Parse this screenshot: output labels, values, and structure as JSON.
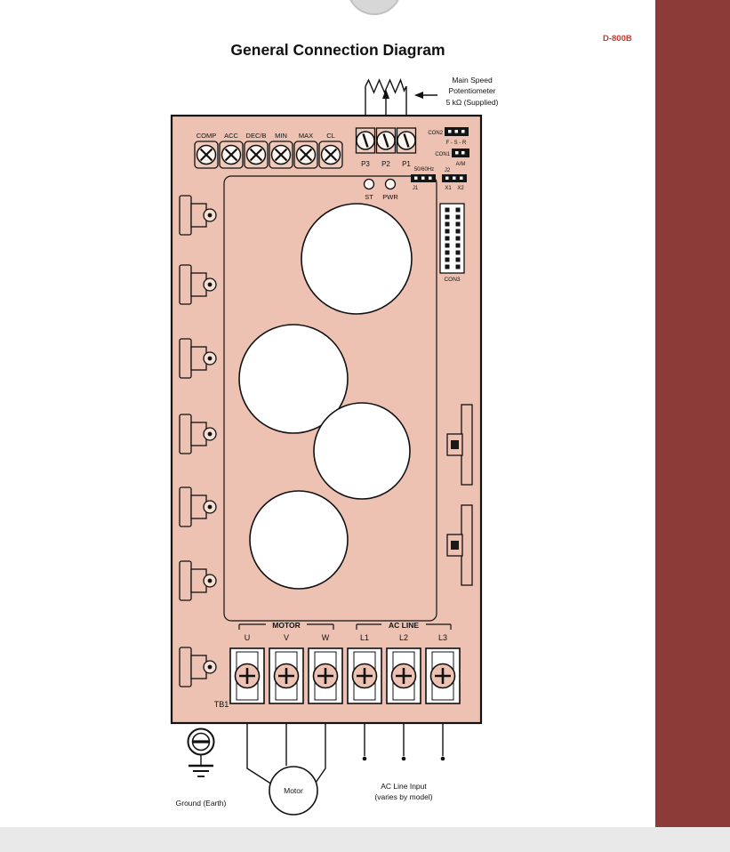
{
  "page": {
    "title": "General Connection Diagram",
    "doc_code": "D-800B"
  },
  "speed_pot": {
    "label_line1": "Main Speed",
    "label_line2": "Potentiometer",
    "label_line3": "5 kΩ (Supplied)"
  },
  "board": {
    "trimpot_labels": [
      "COMP",
      "ACC",
      "DEC/B",
      "MIN",
      "MAX",
      "CL"
    ],
    "pot_labels": [
      "P3",
      "P2",
      "P1"
    ],
    "led_labels": [
      "ST",
      "PWR"
    ],
    "jumpers": {
      "con2": "CON2",
      "con2_setting": "F - S - R",
      "con1": "CON1",
      "con1_setting": "A/M",
      "freq": "50/60Hz",
      "j1": "J1",
      "j2": "J2",
      "x1": "X1",
      "x2": "X2"
    },
    "con3": "CON3",
    "tb1": "TB1",
    "terminal_groups": {
      "motor": "MOTOR",
      "ac_line": "AC LINE"
    },
    "motor_terminals": [
      "U",
      "V",
      "W"
    ],
    "ac_terminals": [
      "L1",
      "L2",
      "L3"
    ]
  },
  "external": {
    "ground": "Ground (Earth)",
    "motor": "Motor",
    "ac_input_line1": "AC Line Input",
    "ac_input_line2": "(varies by model)"
  },
  "colors": {
    "board_fill": "#edc2b2",
    "sidebar": "#8d3b38",
    "accent_red": "#c5392f",
    "footer_gray": "#e9e9e9"
  }
}
